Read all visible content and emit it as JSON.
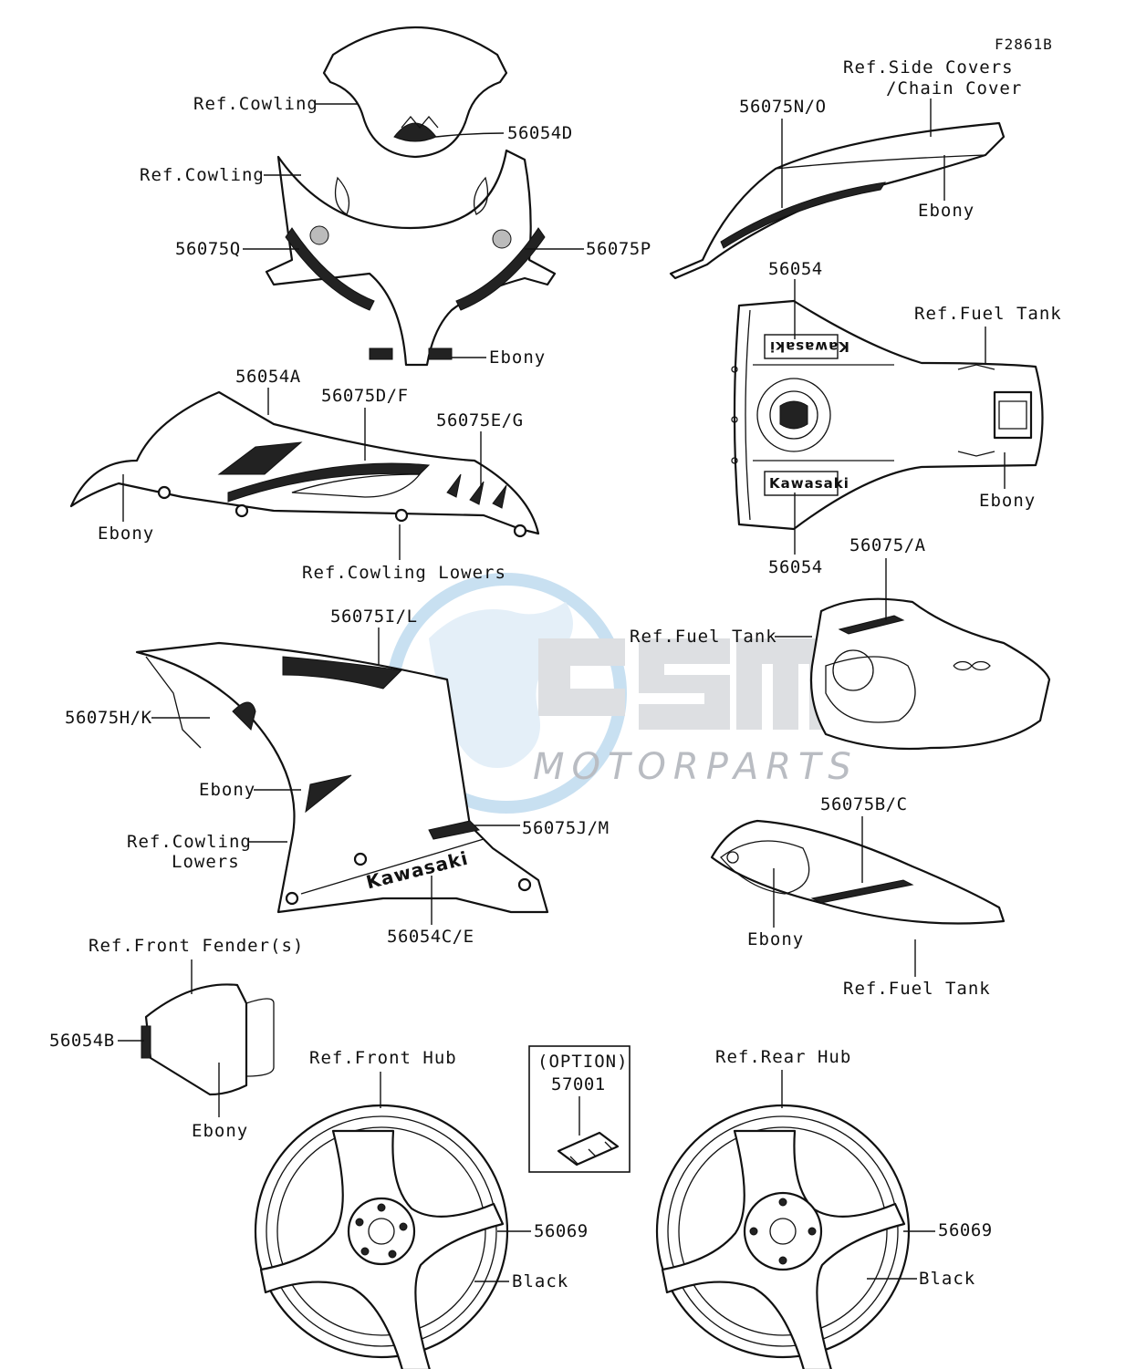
{
  "figure_id": "F2861B",
  "watermark": {
    "brand": "OSM",
    "tagline": "MOTORPARTS"
  },
  "labels": {
    "ref_cowling_top": "Ref.Cowling",
    "p_56054D": "56054D",
    "ref_cowling_2": "Ref.Cowling",
    "p_56075Q": "56075Q",
    "p_56075P": "56075P",
    "ebony_front": "Ebony",
    "p_56054A": "56054A",
    "p_56075DF": "56075D/F",
    "p_56075EG": "56075E/G",
    "ebony_upper_side": "Ebony",
    "ref_cowling_lowers_1": "Ref.Cowling Lowers",
    "p_56075IL": "56075I/L",
    "p_56075HK": "56075H/K",
    "ebony_lower": "Ebony",
    "ref_cowling_lowers_2a": "Ref.Cowling",
    "ref_cowling_lowers_2b": "Lowers",
    "p_56075JM": "56075J/M",
    "p_56054CE": "56054C/E",
    "ref_front_fender": "Ref.Front Fender(s)",
    "p_56054B": "56054B",
    "ebony_fender": "Ebony",
    "ref_front_hub": "Ref.Front Hub",
    "option": "(OPTION)",
    "p_57001": "57001",
    "ref_rear_hub": "Ref.Rear Hub",
    "p_56069_front": "56069",
    "black_front": "Black",
    "p_56069_rear": "56069",
    "black_rear": "Black",
    "ref_side_covers_a": "Ref.Side Covers",
    "ref_side_covers_b": "/Chain Cover",
    "p_56075NO": "56075N/O",
    "ebony_side_cover": "Ebony",
    "p_56054_top": "56054",
    "ref_fuel_tank_1": "Ref.Fuel Tank",
    "ebony_tank": "Ebony",
    "p_56054_bottom": "56054",
    "p_56075A": "56075/A",
    "ref_fuel_tank_2": "Ref.Fuel Tank",
    "p_56075BC": "56075B/C",
    "ebony_tank_cover": "Ebony",
    "ref_fuel_tank_3": "Ref.Fuel Tank",
    "decal_kawasaki_tank_top": "Kawasaki",
    "decal_kawasaki_tank_bottom": "Kawasaki",
    "decal_kawasaki_lower": "Kawasaki"
  }
}
